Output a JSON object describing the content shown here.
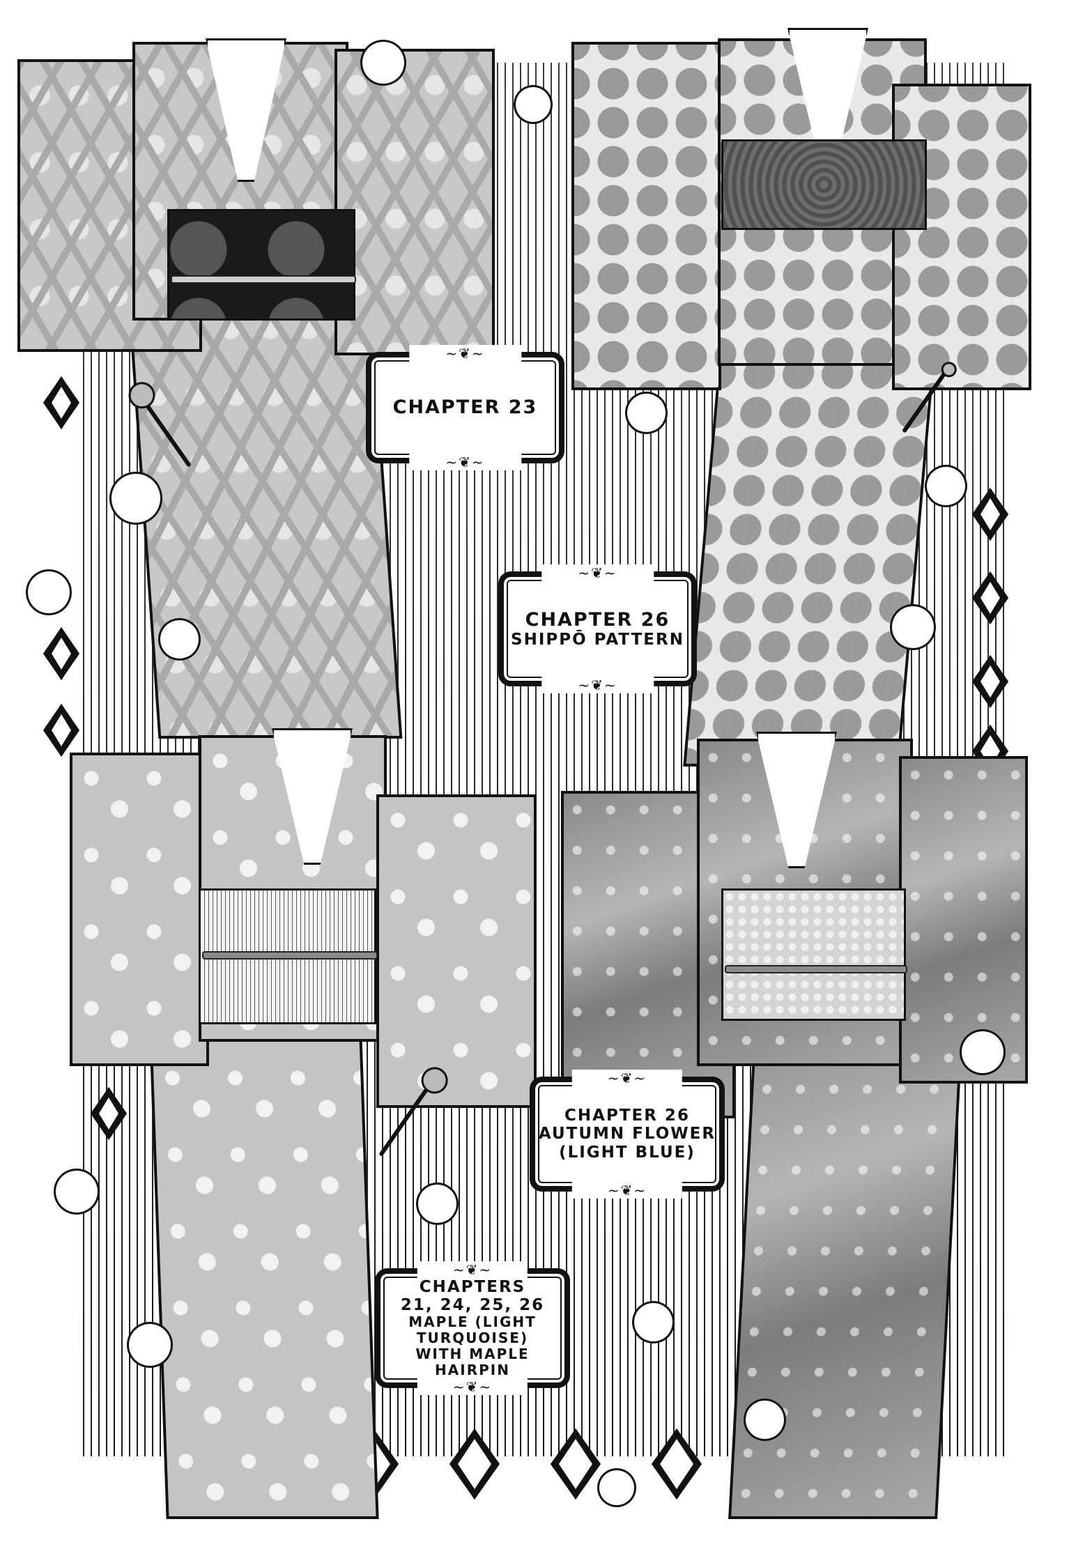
{
  "page": {
    "type": "manga-illustration",
    "background_pattern": "vertical-stripes",
    "colors": {
      "ink": "#111111",
      "paper": "#ffffff",
      "mid_gray": "#c8c8c8",
      "dark_gray": "#555555"
    }
  },
  "captions": [
    {
      "id": "chapter-23",
      "lines": [
        "CHAPTER 23"
      ],
      "ornament_top": "~❦~",
      "ornament_bottom": "~❦~"
    },
    {
      "id": "chapter-26-shippo",
      "lines": [
        "CHAPTER 26",
        "SHIPPŌ PATTERN"
      ],
      "ornament_top": "~❦~",
      "ornament_bottom": "~❦~"
    },
    {
      "id": "chapter-26-autumn",
      "lines": [
        "CHAPTER 26",
        "AUTUMN FLOWER",
        "(LIGHT BLUE)"
      ],
      "ornament_top": "~❦~",
      "ornament_bottom": "~❦~"
    },
    {
      "id": "chapters-maple",
      "lines": [
        "CHAPTERS",
        "21, 24, 25, 26",
        "MAPLE (LIGHT",
        "TURQUOISE)",
        "WITH MAPLE HAIRPIN"
      ],
      "ornament_top": "~❦~",
      "ornament_bottom": "~❦~"
    }
  ],
  "kimonos": [
    {
      "id": "top-left",
      "pattern": "damask-diamond",
      "obi": "black-floral",
      "caption_ref": "chapter-23"
    },
    {
      "id": "top-right",
      "pattern": "shippo",
      "obi": "gray-mottled",
      "caption_ref": "chapter-26-shippo"
    },
    {
      "id": "bottom-left",
      "pattern": "maple-leaf",
      "obi": "white-geometric",
      "caption_ref": "chapters-maple"
    },
    {
      "id": "bottom-right",
      "pattern": "autumn-flower",
      "obi": "light-shibori",
      "caption_ref": "chapter-26-autumn"
    }
  ],
  "icons": {
    "flower": "cosmos-flower-icon",
    "hairpin": "hairpin-icon",
    "diamond": "diamond-border-icon"
  }
}
